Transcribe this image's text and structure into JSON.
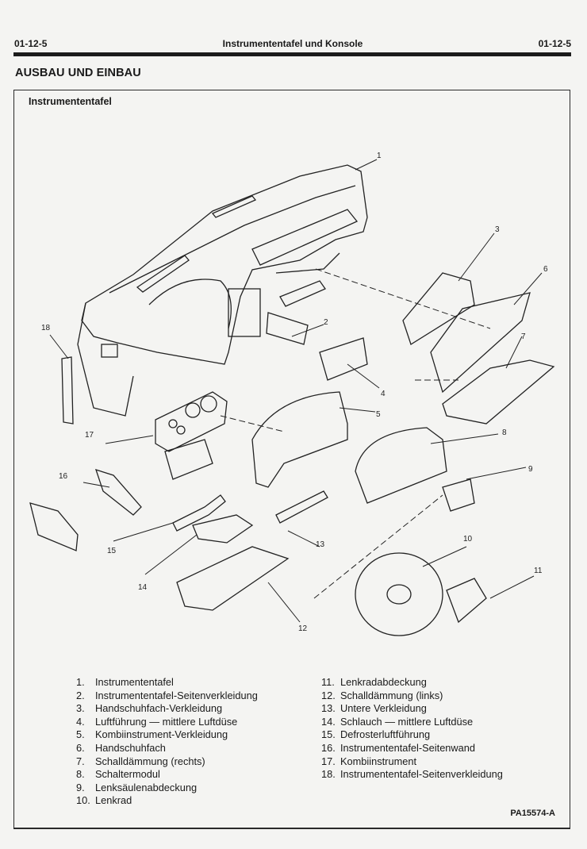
{
  "header": {
    "page_left": "01-12-5",
    "title": "Instrumententafel und Konsole",
    "page_right": "01-12-5"
  },
  "section_title": "AUSBAU UND EINBAU",
  "figure": {
    "title": "Instrumententafel",
    "figure_id": "PA15574-A",
    "callouts": [
      "1",
      "2",
      "3",
      "4",
      "5",
      "6",
      "7",
      "8",
      "9",
      "10",
      "11",
      "12",
      "13",
      "14",
      "15",
      "16",
      "17",
      "18"
    ],
    "legend_left": [
      {
        "num": "1.",
        "label": "Instrumententafel"
      },
      {
        "num": "2.",
        "label": "Instrumententafel-Seitenverkleidung"
      },
      {
        "num": "3.",
        "label": "Handschuhfach-Verkleidung"
      },
      {
        "num": "4.",
        "label": "Luftführung — mittlere Luftdüse"
      },
      {
        "num": "5.",
        "label": "Kombiinstrument-Verkleidung"
      },
      {
        "num": "6.",
        "label": "Handschuhfach"
      },
      {
        "num": "7.",
        "label": "Schalldämmung (rechts)"
      },
      {
        "num": "8.",
        "label": "Schaltermodul"
      },
      {
        "num": "9.",
        "label": "Lenksäulenabdeckung"
      },
      {
        "num": "10.",
        "label": "Lenkrad"
      }
    ],
    "legend_right": [
      {
        "num": "11.",
        "label": "Lenkradabdeckung"
      },
      {
        "num": "12.",
        "label": "Schalldämmung (links)"
      },
      {
        "num": "13.",
        "label": "Untere Verkleidung"
      },
      {
        "num": "14.",
        "label": "Schlauch — mittlere Luftdüse"
      },
      {
        "num": "15.",
        "label": "Defrosterluftführung"
      },
      {
        "num": "16.",
        "label": "Instrumententafel-Seitenwand"
      },
      {
        "num": "17.",
        "label": "Kombiinstrument"
      },
      {
        "num": "18.",
        "label": "Instrumententafel-Seitenverkleidung"
      }
    ]
  }
}
